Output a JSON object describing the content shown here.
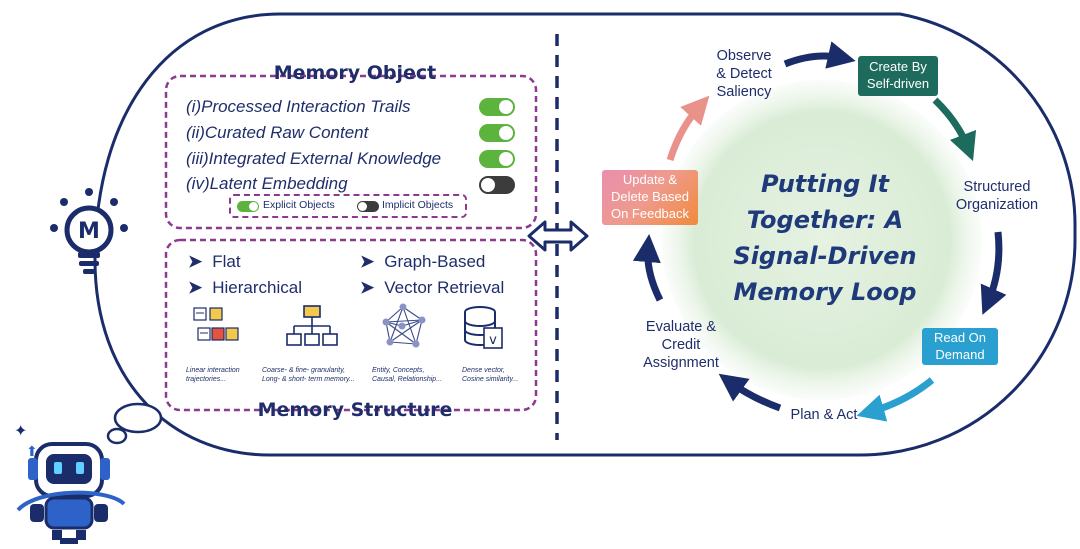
{
  "memory_object": {
    "title": "Memory Object",
    "items": [
      {
        "label": "(i)Processed Interaction Trails",
        "toggle": "on"
      },
      {
        "label": "(ii)Curated Raw Content",
        "toggle": "on"
      },
      {
        "label": "(iii)Integrated External Knowledge",
        "toggle": "on"
      },
      {
        "label": "(iv)Latent Embedding",
        "toggle": "off"
      }
    ],
    "legend": {
      "explicit": "Explicit Objects",
      "implicit": "Implicit Objects"
    }
  },
  "memory_structure": {
    "title": "Memory Structure",
    "types": [
      "Flat",
      "Hierarchical",
      "Graph-Based",
      "Vector Retrieval"
    ],
    "captions": [
      [
        "Linear interaction",
        "trajectories..."
      ],
      [
        "Coarse- & fine- granularity,",
        "Long- & short- term memory..."
      ],
      [
        "Entity, Concepts,",
        "Causal, Relationship..."
      ],
      [
        "Dense vector,",
        "Cosine similarity..."
      ]
    ]
  },
  "loop": {
    "center_title": [
      "Putting It",
      "Together: A",
      "Signal-Driven",
      "Memory Loop"
    ],
    "steps": {
      "observe": [
        "Observe",
        "& Detect",
        "Saliency"
      ],
      "create": [
        "Create By",
        "Self-driven"
      ],
      "structured": [
        "Structured",
        "Organization"
      ],
      "read": [
        "Read On",
        "Demand"
      ],
      "plan": [
        "Plan & Act"
      ],
      "evaluate": [
        "Evaluate &",
        "Credit",
        "Assignment"
      ],
      "update": [
        "Update &",
        "Delete Based",
        "On Feedback"
      ]
    }
  },
  "colors": {
    "navy": "#1b2c6b",
    "purple_dash": "#8b3a8f",
    "toggle_on": "#5cb33d",
    "toggle_off": "#3c3c3c",
    "create_box": "#1d6b5c",
    "read_box": "#2aa0d0",
    "update_box_top": "#e98fb0",
    "update_box_bottom": "#f08a3a",
    "center_circle": "#ddeedc"
  },
  "icons": [
    "lightbulb-m-icon",
    "robot-icon",
    "double-arrow-icon",
    "flat-memory-icon",
    "hierarchy-icon",
    "graph-network-icon",
    "vector-database-icon"
  ]
}
